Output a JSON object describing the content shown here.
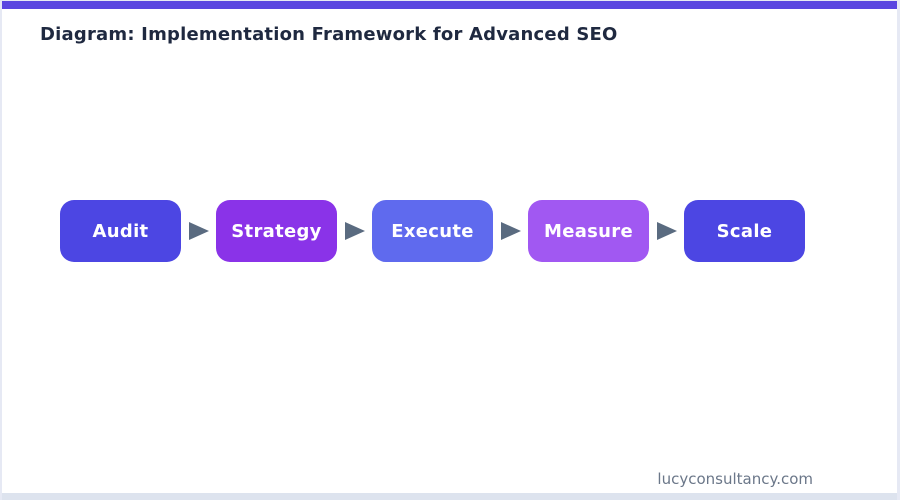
{
  "page": {
    "title": "Diagram: Implementation Framework for Advanced SEO",
    "footer": "lucyconsultancy.com"
  },
  "colors": {
    "top_bar": "#5a46e0",
    "bottom_bar": "#dde3ee",
    "border": "#e6e9f4",
    "title_text": "#1f2940",
    "footer_text": "#6b7789",
    "arrow": "#5a6b80",
    "step_label_text": "#ffffff"
  },
  "flow": {
    "steps": [
      {
        "label": "Audit",
        "color": "#4c46e3"
      },
      {
        "label": "Strategy",
        "color": "#8a33e8"
      },
      {
        "label": "Execute",
        "color": "#5f6aee"
      },
      {
        "label": "Measure",
        "color": "#a158f2"
      },
      {
        "label": "Scale",
        "color": "#4c46e3"
      }
    ]
  }
}
